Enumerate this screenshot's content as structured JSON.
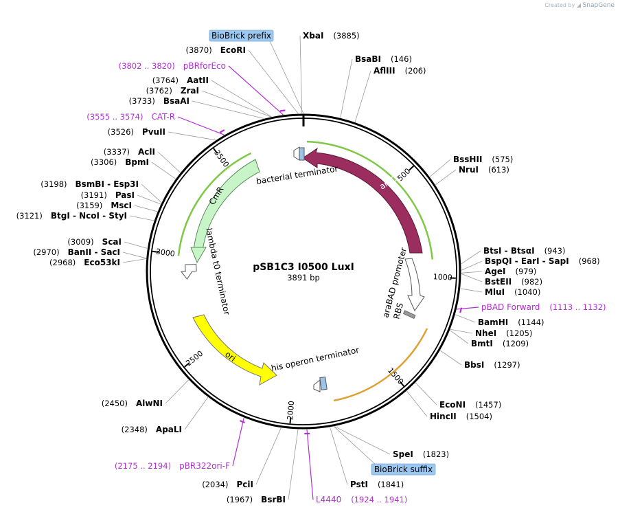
{
  "plasmid": {
    "name": "pSB1C3 I0500 LuxI",
    "length": "3891 bp",
    "total_bp": 3891
  },
  "credit": {
    "prefix": "Created by",
    "brand": "SnapGene"
  },
  "ticks": [
    "500",
    "1000",
    "1500",
    "2000",
    "2500",
    "3000",
    "3500"
  ],
  "enzymes": [
    {
      "name": "XbaI",
      "pos": "(3885)"
    },
    {
      "name": "BsaBI",
      "pos": "(146)"
    },
    {
      "name": "AflIII",
      "pos": "(206)"
    },
    {
      "name": "BssHII",
      "pos": "(575)"
    },
    {
      "name": "NruI",
      "pos": "(613)"
    },
    {
      "name": "BtsI - BtsαI",
      "pos": "(943)"
    },
    {
      "name": "BspQI - EarI - SapI",
      "pos": "(968)"
    },
    {
      "name": "AgeI",
      "pos": "(979)"
    },
    {
      "name": "BstEII",
      "pos": "(982)"
    },
    {
      "name": "MluI",
      "pos": "(1040)"
    },
    {
      "name": "BamHI",
      "pos": "(1144)"
    },
    {
      "name": "NheI",
      "pos": "(1205)"
    },
    {
      "name": "BmtI",
      "pos": "(1209)"
    },
    {
      "name": "BbsI",
      "pos": "(1297)"
    },
    {
      "name": "EcoNI",
      "pos": "(1457)"
    },
    {
      "name": "HincII",
      "pos": "(1504)"
    },
    {
      "name": "SpeI",
      "pos": "(1823)"
    },
    {
      "name": "PstI",
      "pos": "(1841)"
    },
    {
      "name": "BsrBI",
      "pos": "(1967)"
    },
    {
      "name": "PciI",
      "pos": "(2034)"
    },
    {
      "name": "ApaLI",
      "pos": "(2348)"
    },
    {
      "name": "AlwNI",
      "pos": "(2450)"
    },
    {
      "name": "Eco53kI",
      "pos": "(2968)"
    },
    {
      "name": "BanII - SacI",
      "pos": "(2970)"
    },
    {
      "name": "ScaI",
      "pos": "(3009)"
    },
    {
      "name": "BtgI - NcoI - StyI",
      "pos": "(3121)"
    },
    {
      "name": "MscI",
      "pos": "(3159)"
    },
    {
      "name": "PasI",
      "pos": "(3191)"
    },
    {
      "name": "BsmBI - Esp3I",
      "pos": "(3198)"
    },
    {
      "name": "BpmI",
      "pos": "(3306)"
    },
    {
      "name": "AclI",
      "pos": "(3337)"
    },
    {
      "name": "PvuII",
      "pos": "(3526)"
    },
    {
      "name": "BsaAI",
      "pos": "(3733)"
    },
    {
      "name": "ZraI",
      "pos": "(3762)"
    },
    {
      "name": "AatII",
      "pos": "(3764)"
    },
    {
      "name": "EcoRI",
      "pos": "(3870)"
    }
  ],
  "primers": [
    {
      "name": "pBRforEco",
      "range": "(3802 .. 3820)"
    },
    {
      "name": "CAT-R",
      "range": "(3555 .. 3574)"
    },
    {
      "name": "pBAD Forward",
      "range": "(1113 .. 1132)"
    },
    {
      "name": "pBR322ori-F",
      "range": "(2175 .. 2194)"
    },
    {
      "name": "L4440",
      "range": "(1924 .. 1941)"
    }
  ],
  "boxed_features": [
    {
      "name": "BioBrick prefix"
    },
    {
      "name": "BioBrick suffix"
    }
  ],
  "features": [
    {
      "name": "araC",
      "color": "#9b2d5f"
    },
    {
      "name": "CmR",
      "color": "#c8f5c8"
    },
    {
      "name": "ori",
      "color": "#ffff00"
    },
    {
      "name": "araBAD promoter",
      "color": "#ffffff"
    },
    {
      "name": "RBS",
      "color": "#999999"
    },
    {
      "name": "bacterial terminator",
      "color": "#9cc3e8"
    },
    {
      "name": "lambda t0 terminator",
      "color": "#ffffff"
    },
    {
      "name": "his operon terminator",
      "color": "#9cc3e8"
    }
  ],
  "colors": {
    "primer": "#b12fd1",
    "boxed_bg": "#9cc9f2",
    "backbone": "#000000"
  }
}
